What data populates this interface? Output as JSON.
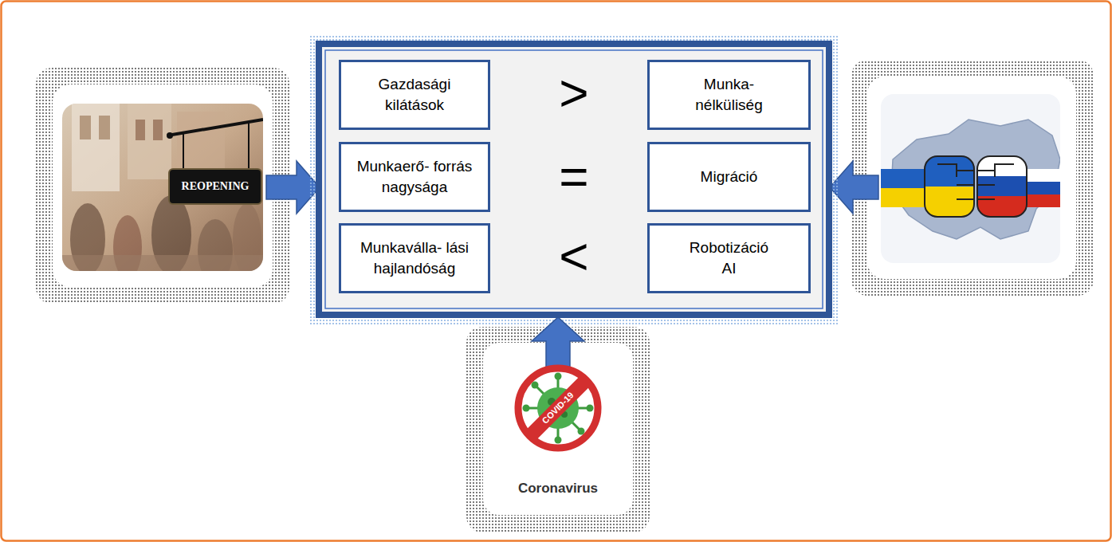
{
  "diagram": {
    "nodes": [
      {
        "text": [
          "Gazdasági kilátások"
        ]
      },
      {
        "text": [
          "Munka- nélküliség"
        ]
      },
      {
        "text": [
          "Munkaerő- forrás nagysága"
        ]
      },
      {
        "text": [
          "Migráció"
        ]
      },
      {
        "text": [
          "Munkaválla- lási hajlandóság"
        ]
      },
      {
        "text": [
          "Robotizáció AI"
        ]
      }
    ],
    "labels": [
      ">",
      "=",
      "<",
      "REOPENING",
      "COVID-19",
      "Coronavirus"
    ]
  }
}
